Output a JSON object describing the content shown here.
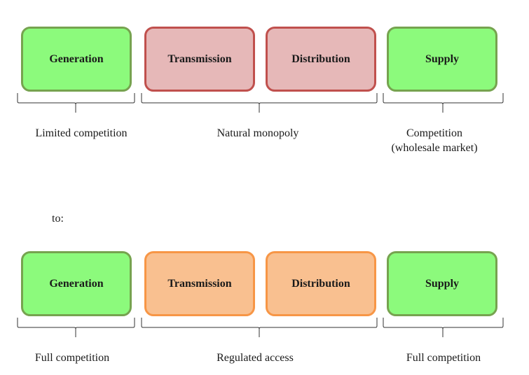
{
  "top_row": {
    "boxes": [
      {
        "label": "Generation",
        "color": "#8cfa7c",
        "border": "#76a34f"
      },
      {
        "label": "Transmission",
        "color": "#e6b8b8",
        "border": "#c0504d"
      },
      {
        "label": "Distribution",
        "color": "#e6b8b8",
        "border": "#c0504d"
      },
      {
        "label": "Supply",
        "color": "#8cfa7c",
        "border": "#76a34f"
      }
    ],
    "captions": {
      "generation": "Limited competition",
      "network": "Natural monopoly",
      "supply_line1": "Competition",
      "supply_line2": "(wholesale market)"
    }
  },
  "transition_label": "to:",
  "bottom_row": {
    "boxes": [
      {
        "label": "Generation",
        "color": "#8cfa7c",
        "border": "#76a34f"
      },
      {
        "label": "Transmission",
        "color": "#f9c090",
        "border": "#f79646"
      },
      {
        "label": "Distribution",
        "color": "#f9c090",
        "border": "#f79646"
      },
      {
        "label": "Supply",
        "color": "#8cfa7c",
        "border": "#76a34f"
      }
    ],
    "captions": {
      "generation": "Full competition",
      "network": "Regulated access",
      "supply": "Full competition"
    }
  }
}
